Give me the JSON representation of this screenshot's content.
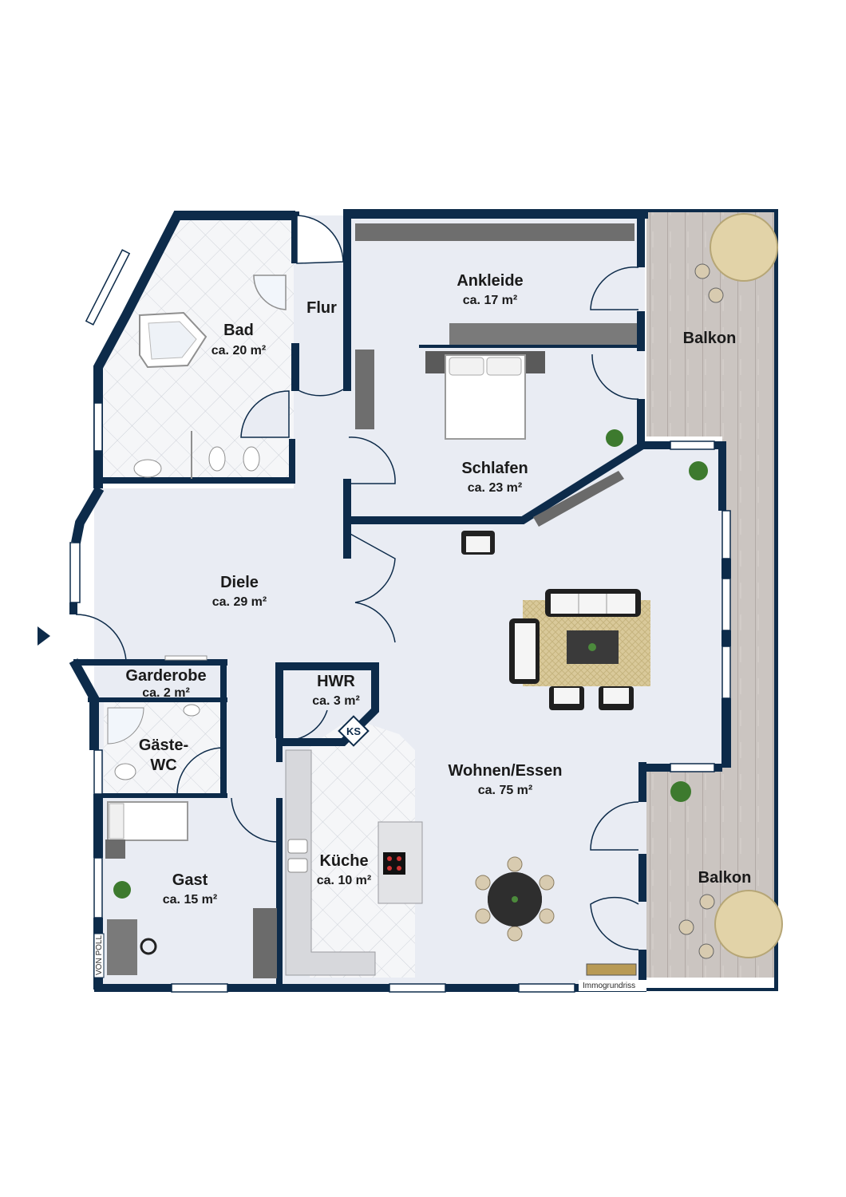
{
  "colors": {
    "wall": "#0d2b4a",
    "floor": "#e9ecf3",
    "tile": "#f4f5f7",
    "deck": "#c9c3bf",
    "furniture": "#3a3a3a",
    "accent_entry": "#0d2b4a"
  },
  "rooms": {
    "bad": {
      "name": "Bad",
      "area": "ca. 20 m²"
    },
    "flur": {
      "name": "Flur"
    },
    "ankleide": {
      "name": "Ankleide",
      "area": "ca. 17 m²"
    },
    "balkon_top": {
      "name": "Balkon"
    },
    "schlafen": {
      "name": "Schlafen",
      "area": "ca. 23 m²"
    },
    "diele": {
      "name": "Diele",
      "area": "ca. 29 m²"
    },
    "garderobe": {
      "name": "Garderobe",
      "area": "ca. 2 m²"
    },
    "hwr": {
      "name": "HWR",
      "area": "ca. 3 m²"
    },
    "gaeste_wc": {
      "name_line1": "Gäste-",
      "name_line2": "WC"
    },
    "wohnen": {
      "name": "Wohnen/Essen",
      "area": "ca. 75 m²"
    },
    "balkon_bottom": {
      "name": "Balkon"
    },
    "kueche": {
      "name": "Küche",
      "area": "ca. 10 m²"
    },
    "gast": {
      "name": "Gast",
      "area": "ca. 15 m²"
    }
  },
  "labels": {
    "ks": "KS",
    "watermark": "Immogrundriss",
    "logo_text": "VON POLL"
  },
  "icons": [
    "entrance-arrow-icon",
    "plant-icon",
    "umbrella-icon",
    "bed-icon",
    "sofa-icon",
    "dining-table-icon",
    "stove-icon",
    "sink-icon",
    "toilet-icon",
    "bathtub-icon",
    "shower-icon"
  ]
}
